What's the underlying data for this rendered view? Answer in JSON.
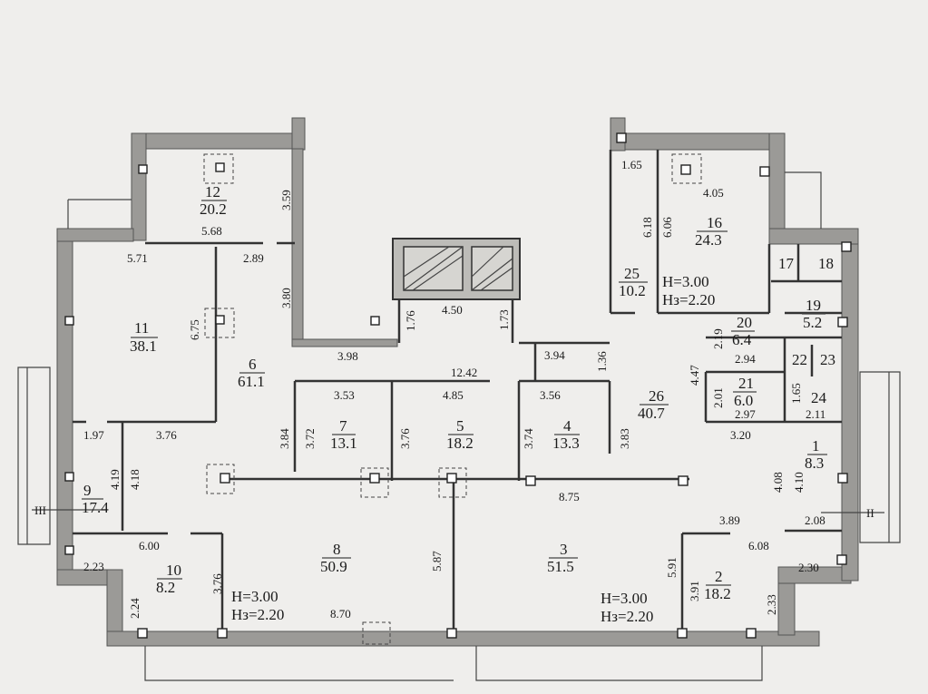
{
  "rooms": [
    {
      "id": "r1",
      "num": "1",
      "area": "8.3"
    },
    {
      "id": "r2",
      "num": "2",
      "area": "18.2"
    },
    {
      "id": "r3",
      "num": "3",
      "area": "51.5"
    },
    {
      "id": "r4",
      "num": "4",
      "area": "13.3"
    },
    {
      "id": "r5",
      "num": "5",
      "area": "18.2"
    },
    {
      "id": "r6",
      "num": "6",
      "area": "61.1"
    },
    {
      "id": "r7",
      "num": "7",
      "area": "13.1"
    },
    {
      "id": "r8",
      "num": "8",
      "area": "50.9"
    },
    {
      "id": "r9",
      "num": "9",
      "area": "17.4"
    },
    {
      "id": "r10",
      "num": "10",
      "area": "8.2"
    },
    {
      "id": "r11",
      "num": "11",
      "area": "38.1"
    },
    {
      "id": "r12",
      "num": "12",
      "area": "20.2"
    },
    {
      "id": "r16",
      "num": "16",
      "area": "24.3"
    },
    {
      "id": "r17",
      "num": "17",
      "area": ""
    },
    {
      "id": "r18",
      "num": "18",
      "area": ""
    },
    {
      "id": "r19",
      "num": "19",
      "area": "5.2"
    },
    {
      "id": "r20",
      "num": "20",
      "area": "6.4"
    },
    {
      "id": "r21",
      "num": "21",
      "area": "6.0"
    },
    {
      "id": "r22",
      "num": "22",
      "area": ""
    },
    {
      "id": "r23",
      "num": "23",
      "area": ""
    },
    {
      "id": "r24",
      "num": "24",
      "area": ""
    },
    {
      "id": "r25",
      "num": "25",
      "area": "10.2"
    },
    {
      "id": "r26",
      "num": "26",
      "area": "40.7"
    }
  ],
  "heights": [
    {
      "h": "H=3.00",
      "hz": "Нз=2.20"
    },
    {
      "h": "H=3.00",
      "hz": "Нз=2.20"
    },
    {
      "h": "H=3.00",
      "hz": "Нз=2.20"
    }
  ],
  "dimensions": [
    "1.65",
    "4.05",
    "6.18",
    "6.06",
    "3.59",
    "5.68",
    "5.71",
    "2.89",
    "3.80",
    "6.75",
    "1.76",
    "4.50",
    "1.73",
    "3.98",
    "3.94",
    "1.36",
    "12.42",
    "3.53",
    "4.85",
    "3.56",
    "3.84",
    "3.72",
    "3.76",
    "3.74",
    "3.83",
    "1.97",
    "3.76",
    "4.19",
    "4.18",
    "6.00",
    "2.23",
    "3.76",
    "2.24",
    "5.87",
    "8.70",
    "8.75",
    "2.19",
    "2.94",
    "4.47",
    "2.01",
    "1.65",
    "2.97",
    "2.11",
    "3.20",
    "4.08",
    "4.10",
    "3.89",
    "2.08",
    "6.08",
    "5.91",
    "3.91",
    "2.30",
    "2.33"
  ],
  "section_marks": [
    "III",
    "II"
  ],
  "colors": {
    "wall": "#9b9a97",
    "paper": "#efeeec",
    "ink": "#1a1a1a"
  }
}
